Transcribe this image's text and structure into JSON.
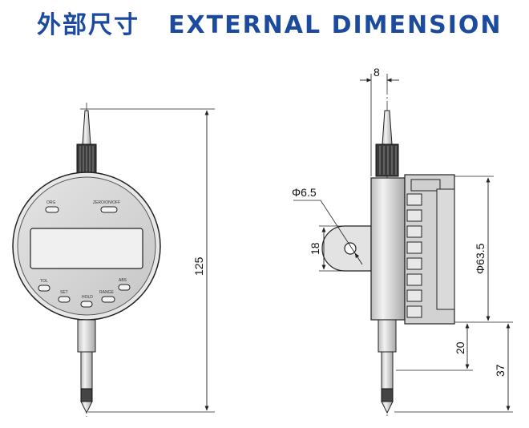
{
  "title": {
    "cn": "外部尺寸",
    "en": "EXTERNAL DIMENSION"
  },
  "front_view": {
    "height_dimension": "125",
    "button_labels": {
      "top_left": "ORG",
      "top_right": "ZERO/ON/OFF",
      "bottom_left": "TOL",
      "bottom_middle_left": "SET",
      "bottom_center": "HOLD",
      "bottom_middle_right": "RANGE",
      "bottom_right": "ABS"
    }
  },
  "side_view": {
    "thickness_dimension": "8",
    "hole_dimension": "Φ6.5",
    "lug_dimension": "18",
    "diameter_dimension": "Φ63.5",
    "stem_dimension": "20",
    "total_stem_dimension": "37"
  },
  "colors": {
    "title": "#1c4a9e",
    "line": "#222222",
    "body": "#e6e6e6",
    "face": "#d6d6d6",
    "lcd": "#eeeeee"
  }
}
